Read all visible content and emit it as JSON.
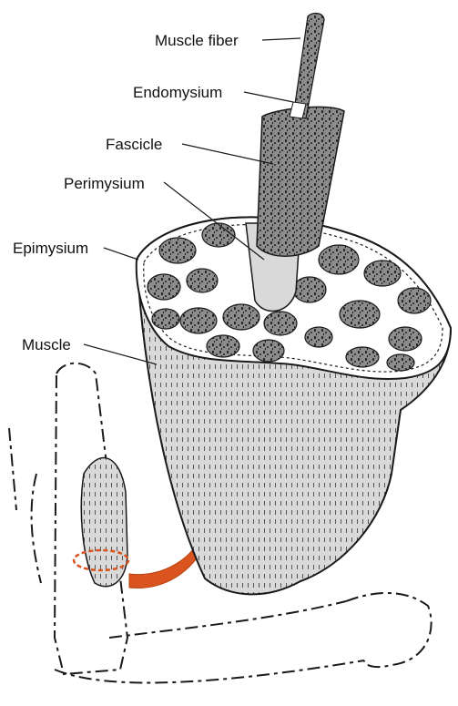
{
  "labels": {
    "muscle_fiber": "Muscle fiber",
    "endomysium": "Endomysium",
    "fascicle": "Fascicle",
    "perimysium": "Perimysium",
    "epimysium": "Epimysium",
    "muscle": "Muscle"
  },
  "colors": {
    "ink": "#1a1a1a",
    "muscle_fill": "#d9d9d9",
    "fascicle_fill": "#8c8c8c",
    "connective_fill": "#ffffff",
    "arrow": "#d9541e",
    "cut_ring": "#d9541e"
  }
}
